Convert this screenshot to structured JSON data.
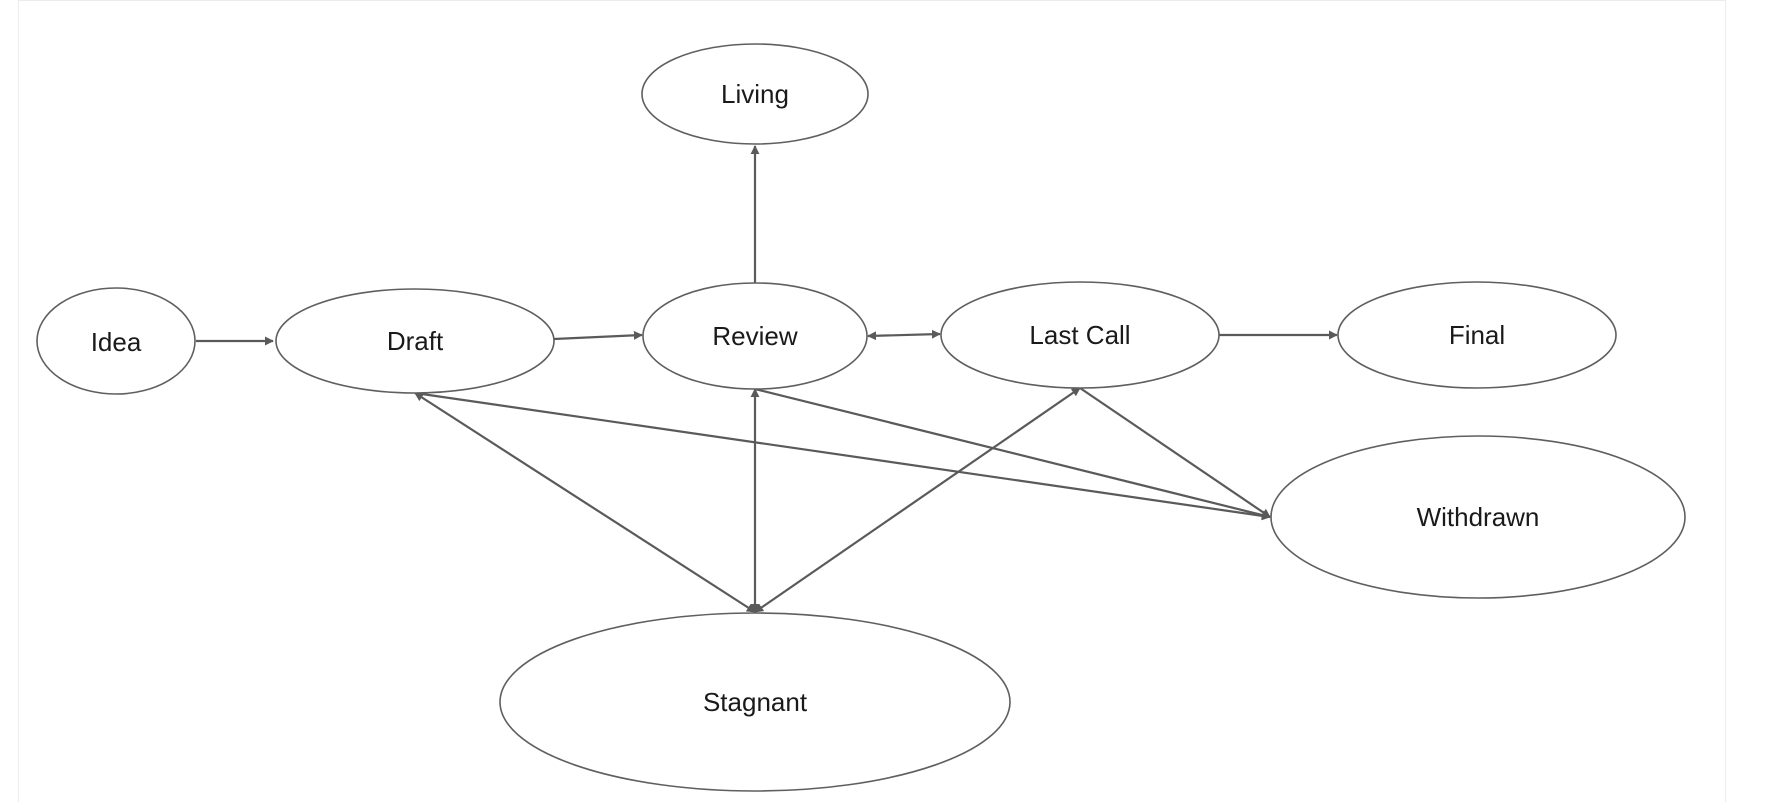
{
  "diagram": {
    "type": "state-transition",
    "colors": {
      "stroke": "#5a5a5a",
      "node_fill": "#ffffff",
      "text": "#1a1a1a",
      "background": "#ffffff"
    },
    "nodes": {
      "idea": {
        "label": "Idea"
      },
      "draft": {
        "label": "Draft"
      },
      "review": {
        "label": "Review"
      },
      "living": {
        "label": "Living"
      },
      "last_call": {
        "label": "Last Call"
      },
      "final": {
        "label": "Final"
      },
      "withdrawn": {
        "label": "Withdrawn"
      },
      "stagnant": {
        "label": "Stagnant"
      }
    },
    "edges": [
      {
        "from": "idea",
        "to": "draft",
        "bidirectional": false
      },
      {
        "from": "draft",
        "to": "review",
        "bidirectional": false
      },
      {
        "from": "review",
        "to": "living",
        "bidirectional": false
      },
      {
        "from": "review",
        "to": "last_call",
        "bidirectional": true
      },
      {
        "from": "last_call",
        "to": "final",
        "bidirectional": false
      },
      {
        "from": "draft",
        "to": "withdrawn",
        "bidirectional": false
      },
      {
        "from": "review",
        "to": "withdrawn",
        "bidirectional": false
      },
      {
        "from": "last_call",
        "to": "withdrawn",
        "bidirectional": false
      },
      {
        "from": "draft",
        "to": "stagnant",
        "bidirectional": true
      },
      {
        "from": "review",
        "to": "stagnant",
        "bidirectional": true
      },
      {
        "from": "last_call",
        "to": "stagnant",
        "bidirectional": true
      }
    ]
  }
}
